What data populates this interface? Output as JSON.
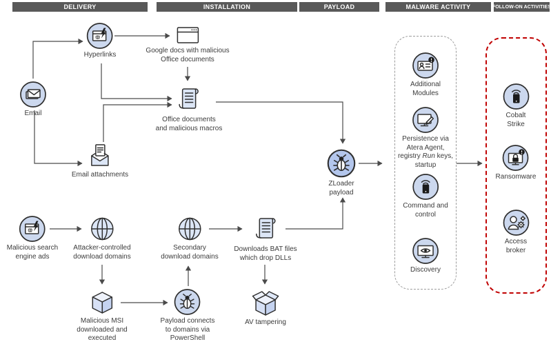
{
  "headers": [
    {
      "label": "DELIVERY"
    },
    {
      "label": "INSTALLATION"
    },
    {
      "label": "PAYLOAD"
    },
    {
      "label": "MALWARE ACTIVITY"
    },
    {
      "label": "FOLLOW-ON ACTIVITIES"
    }
  ],
  "nodes": {
    "email": {
      "label": "Email"
    },
    "hyperlinks": {
      "label": "Hyperlinks"
    },
    "google_docs": {
      "label": "Google docs with malicious\nOffice documents"
    },
    "office_docs": {
      "label": "Office documents\nand malicious macros"
    },
    "email_attachments": {
      "label": "Email attachments"
    },
    "search_ads": {
      "label": "Malicious search\nengine ads"
    },
    "attacker_domains": {
      "label": "Attacker-controlled\ndownload domains"
    },
    "secondary_domains": {
      "label": "Secondary\ndownload domains"
    },
    "bat_files": {
      "label": "Downloads BAT files\nwhich drop DLLs"
    },
    "malicious_msi": {
      "label": "Malicious MSI\ndownloaded and\nexecuted"
    },
    "payload_powershell": {
      "label": "Payload connects\nto domains via\nPowerShell"
    },
    "av_tampering": {
      "label": "AV tampering"
    },
    "zloader": {
      "label": "ZLoader\npayload"
    },
    "additional_modules": {
      "label": "Additional\nModules"
    },
    "persistence": {
      "label_pre": "Persistence via\nAtera Agent,\nregistry ",
      "label_italic": "Run",
      "label_post": " keys,\nstartup"
    },
    "command_control": {
      "label": "Command and\ncontrol"
    },
    "discovery": {
      "label": "Discovery"
    },
    "cobalt_strike": {
      "label": "Cobalt Strike"
    },
    "ransomware": {
      "label": "Ransomware"
    },
    "access_broker": {
      "label": "Access broker"
    }
  },
  "colors": {
    "header_bg": "#595959",
    "icon_bg": "#ccd8ee",
    "zloader_bg": "#b3c6ec",
    "shape_fill": "#dce6f6",
    "line_color": "#4a4a4a",
    "malware_border": "#9b9b9b",
    "followon_border": "#c00000",
    "text_color": "#3b3b3b"
  }
}
